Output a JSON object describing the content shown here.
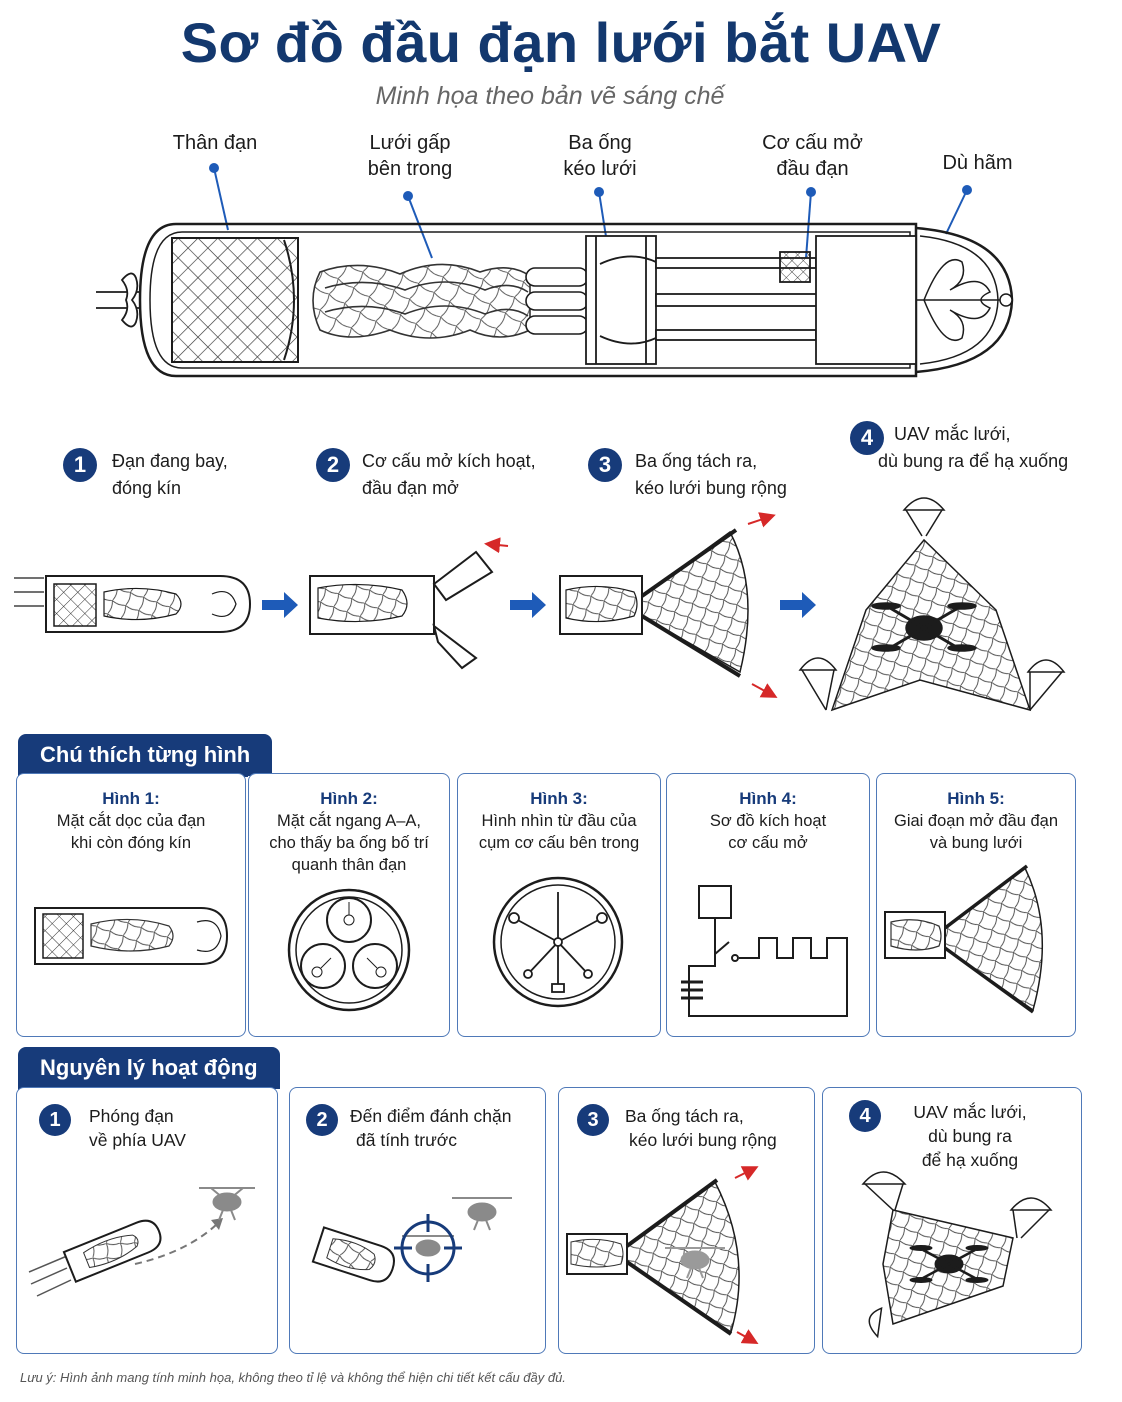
{
  "header": {
    "title": "Sơ đồ đầu đạn lưới bắt UAV",
    "subtitle": "Minh họa theo bản vẽ sáng chế"
  },
  "callouts": [
    {
      "line1": "Thân đạn",
      "line2": ""
    },
    {
      "line1": "Lưới gấp",
      "line2": "bên trong"
    },
    {
      "line1": "Ba ống",
      "line2": "kéo lưới"
    },
    {
      "line1": "Cơ cấu mở",
      "line2": "đầu đạn"
    },
    {
      "line1": "Dù hãm",
      "line2": ""
    }
  ],
  "steps": [
    {
      "num": "1",
      "line1": "Đạn đang bay,",
      "line2": "đóng kín"
    },
    {
      "num": "2",
      "line1": "Cơ cấu mở kích hoạt,",
      "line2": "đầu đạn mở"
    },
    {
      "num": "3",
      "line1": "Ba ống tách ra,",
      "line2": "kéo lưới bung rộng"
    },
    {
      "num": "4",
      "line1": "UAV mắc lưới,",
      "line2": "dù bung ra để hạ xuống"
    }
  ],
  "legend_section": {
    "title": "Chú thích từng hình",
    "cards": [
      {
        "title": "Hình 1:",
        "desc1": "Mặt cắt dọc của đạn",
        "desc2": "khi còn đóng kín",
        "desc3": ""
      },
      {
        "title": "Hình 2:",
        "desc1": "Mặt cắt ngang A–A,",
        "desc2": "cho thấy ba ống bố trí",
        "desc3": "quanh thân đạn"
      },
      {
        "title": "Hình 3:",
        "desc1": "Hình nhìn từ đầu của",
        "desc2": "cụm cơ cấu bên trong",
        "desc3": ""
      },
      {
        "title": "Hình 4:",
        "desc1": "Sơ đồ kích hoạt",
        "desc2": "cơ cấu mở",
        "desc3": ""
      },
      {
        "title": "Hình 5:",
        "desc1": "Giai đoạn mở đầu đạn",
        "desc2": "và bung lưới",
        "desc3": ""
      }
    ]
  },
  "principle_section": {
    "title": "Nguyên lý hoạt động",
    "cards": [
      {
        "num": "1",
        "line1": "Phóng đạn",
        "line2": "về phía UAV",
        "line3": ""
      },
      {
        "num": "2",
        "line1": "Đến điểm đánh chặn",
        "line2": "đã tính trước",
        "line3": ""
      },
      {
        "num": "3",
        "line1": "Ba ống tách ra,",
        "line2": "kéo lưới bung rộng",
        "line3": ""
      },
      {
        "num": "4",
        "line1": "UAV mắc lưới,",
        "line2": "dù bung ra",
        "line3": "để hạ xuống"
      }
    ]
  },
  "footer": {
    "note": "Lưu ý: Hình ảnh mang tính minh họa, không theo tỉ lệ và không thể hiện chi tiết kết cấu đầy đủ."
  },
  "colors": {
    "navy": "#13386e",
    "accent_blue": "#1e5bb8",
    "arrow_red": "#d62828",
    "card_border": "#4f79b8"
  }
}
